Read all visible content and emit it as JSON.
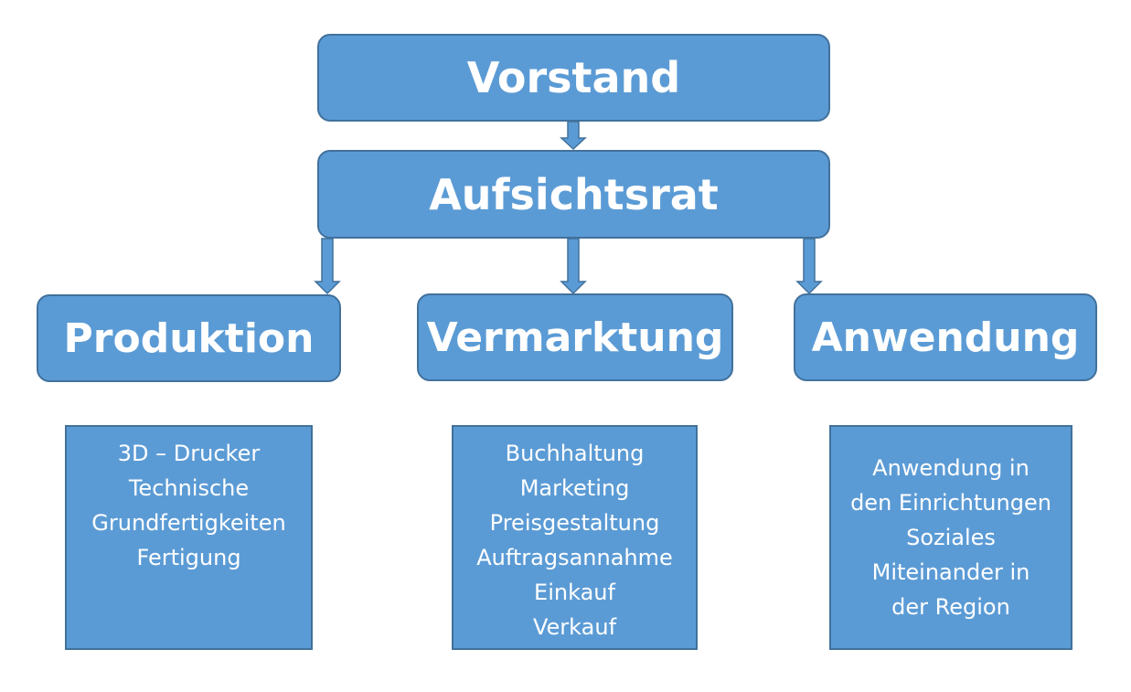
{
  "board": {
    "label": "Vorstand"
  },
  "supervisory": {
    "label": "Aufsichtsrat"
  },
  "departments": [
    {
      "label": "Produktion",
      "items": [
        "3D – Drucker",
        "Technische",
        "Grundfertigkeiten",
        "Fertigung"
      ]
    },
    {
      "label": "Vermarktung",
      "items": [
        "Buchhaltung",
        "Marketing",
        "Preisgestaltung",
        "Auftragsannahme",
        "Einkauf",
        "Verkauf"
      ]
    },
    {
      "label": "Anwendung",
      "items": [
        "Anwendung in",
        "den Einrichtungen",
        "Soziales",
        "Miteinander in",
        "der Region"
      ]
    }
  ],
  "colors": {
    "box_fill": "#5b9bd5",
    "box_border": "#41719c",
    "text": "#ffffff"
  }
}
